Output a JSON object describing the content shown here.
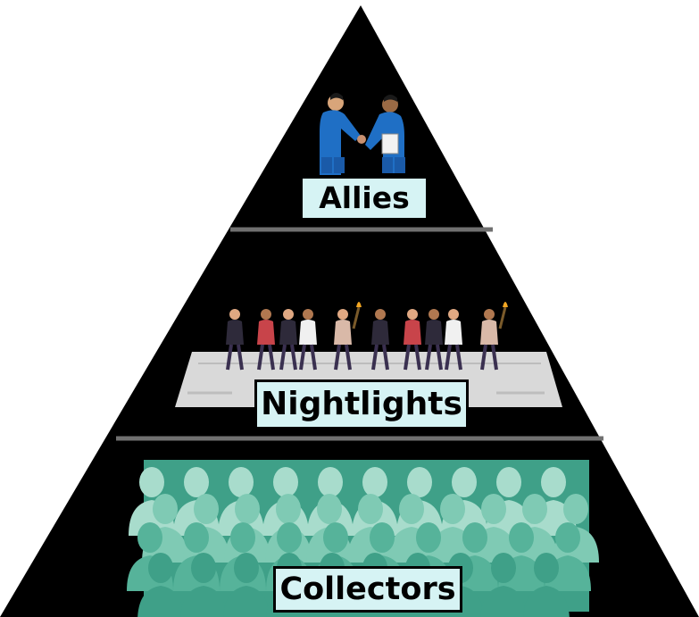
{
  "tiers": {
    "top": {
      "label": "Allies",
      "icon": "handshake-businessmen-icon"
    },
    "middle": {
      "label": "Nightlights",
      "icon": "torch-march-crowd-icon"
    },
    "bottom": {
      "label": "Collectors",
      "icon": "crowd-silhouettes-icon"
    }
  },
  "colors": {
    "pyramid": "#000000",
    "divider": "#707070",
    "label_bg": "#d6f3f4",
    "crowd": [
      "#3fa088",
      "#56b39a",
      "#7fcab4",
      "#a8dccc"
    ],
    "suit": "#1f6fc5",
    "road": "#d9d9d9"
  }
}
